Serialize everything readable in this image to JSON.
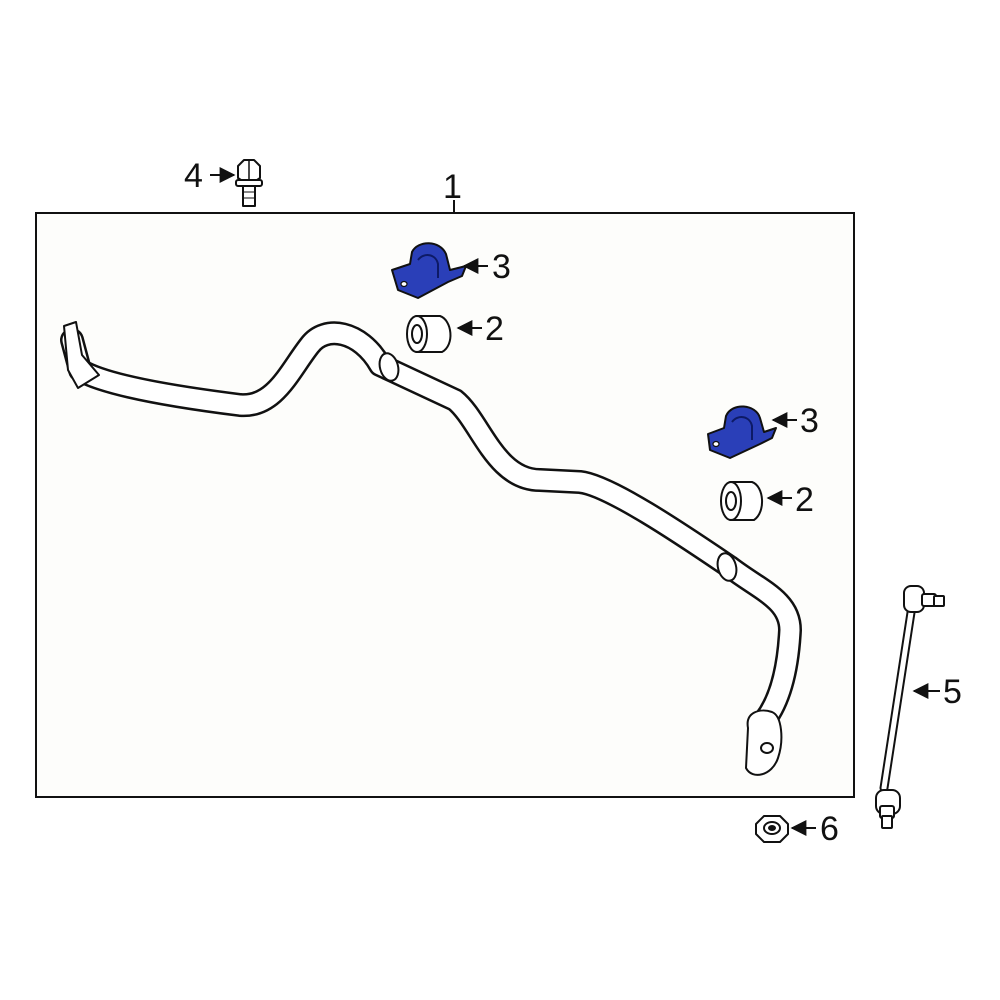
{
  "colors": {
    "background": "#ffffff",
    "panel_fill": "#fdfdfb",
    "line": "#111111",
    "highlight_part": "#2a3fb8"
  },
  "callouts": {
    "stabilizer_bar": "1",
    "bushing_upper": "2",
    "bushing_lower": "2",
    "bracket_upper": "3",
    "bracket_lower": "3",
    "bolt": "4",
    "link": "5",
    "nut": "6"
  },
  "icons": {
    "bolt": "hex-bolt-icon",
    "nut": "hex-nut-icon",
    "bushing": "rubber-bushing-icon",
    "bracket": "bushing-bracket-icon",
    "link": "stabilizer-link-icon",
    "bar": "stabilizer-bar-icon"
  },
  "highlighted_parts": [
    "bracket_upper",
    "bracket_lower"
  ]
}
